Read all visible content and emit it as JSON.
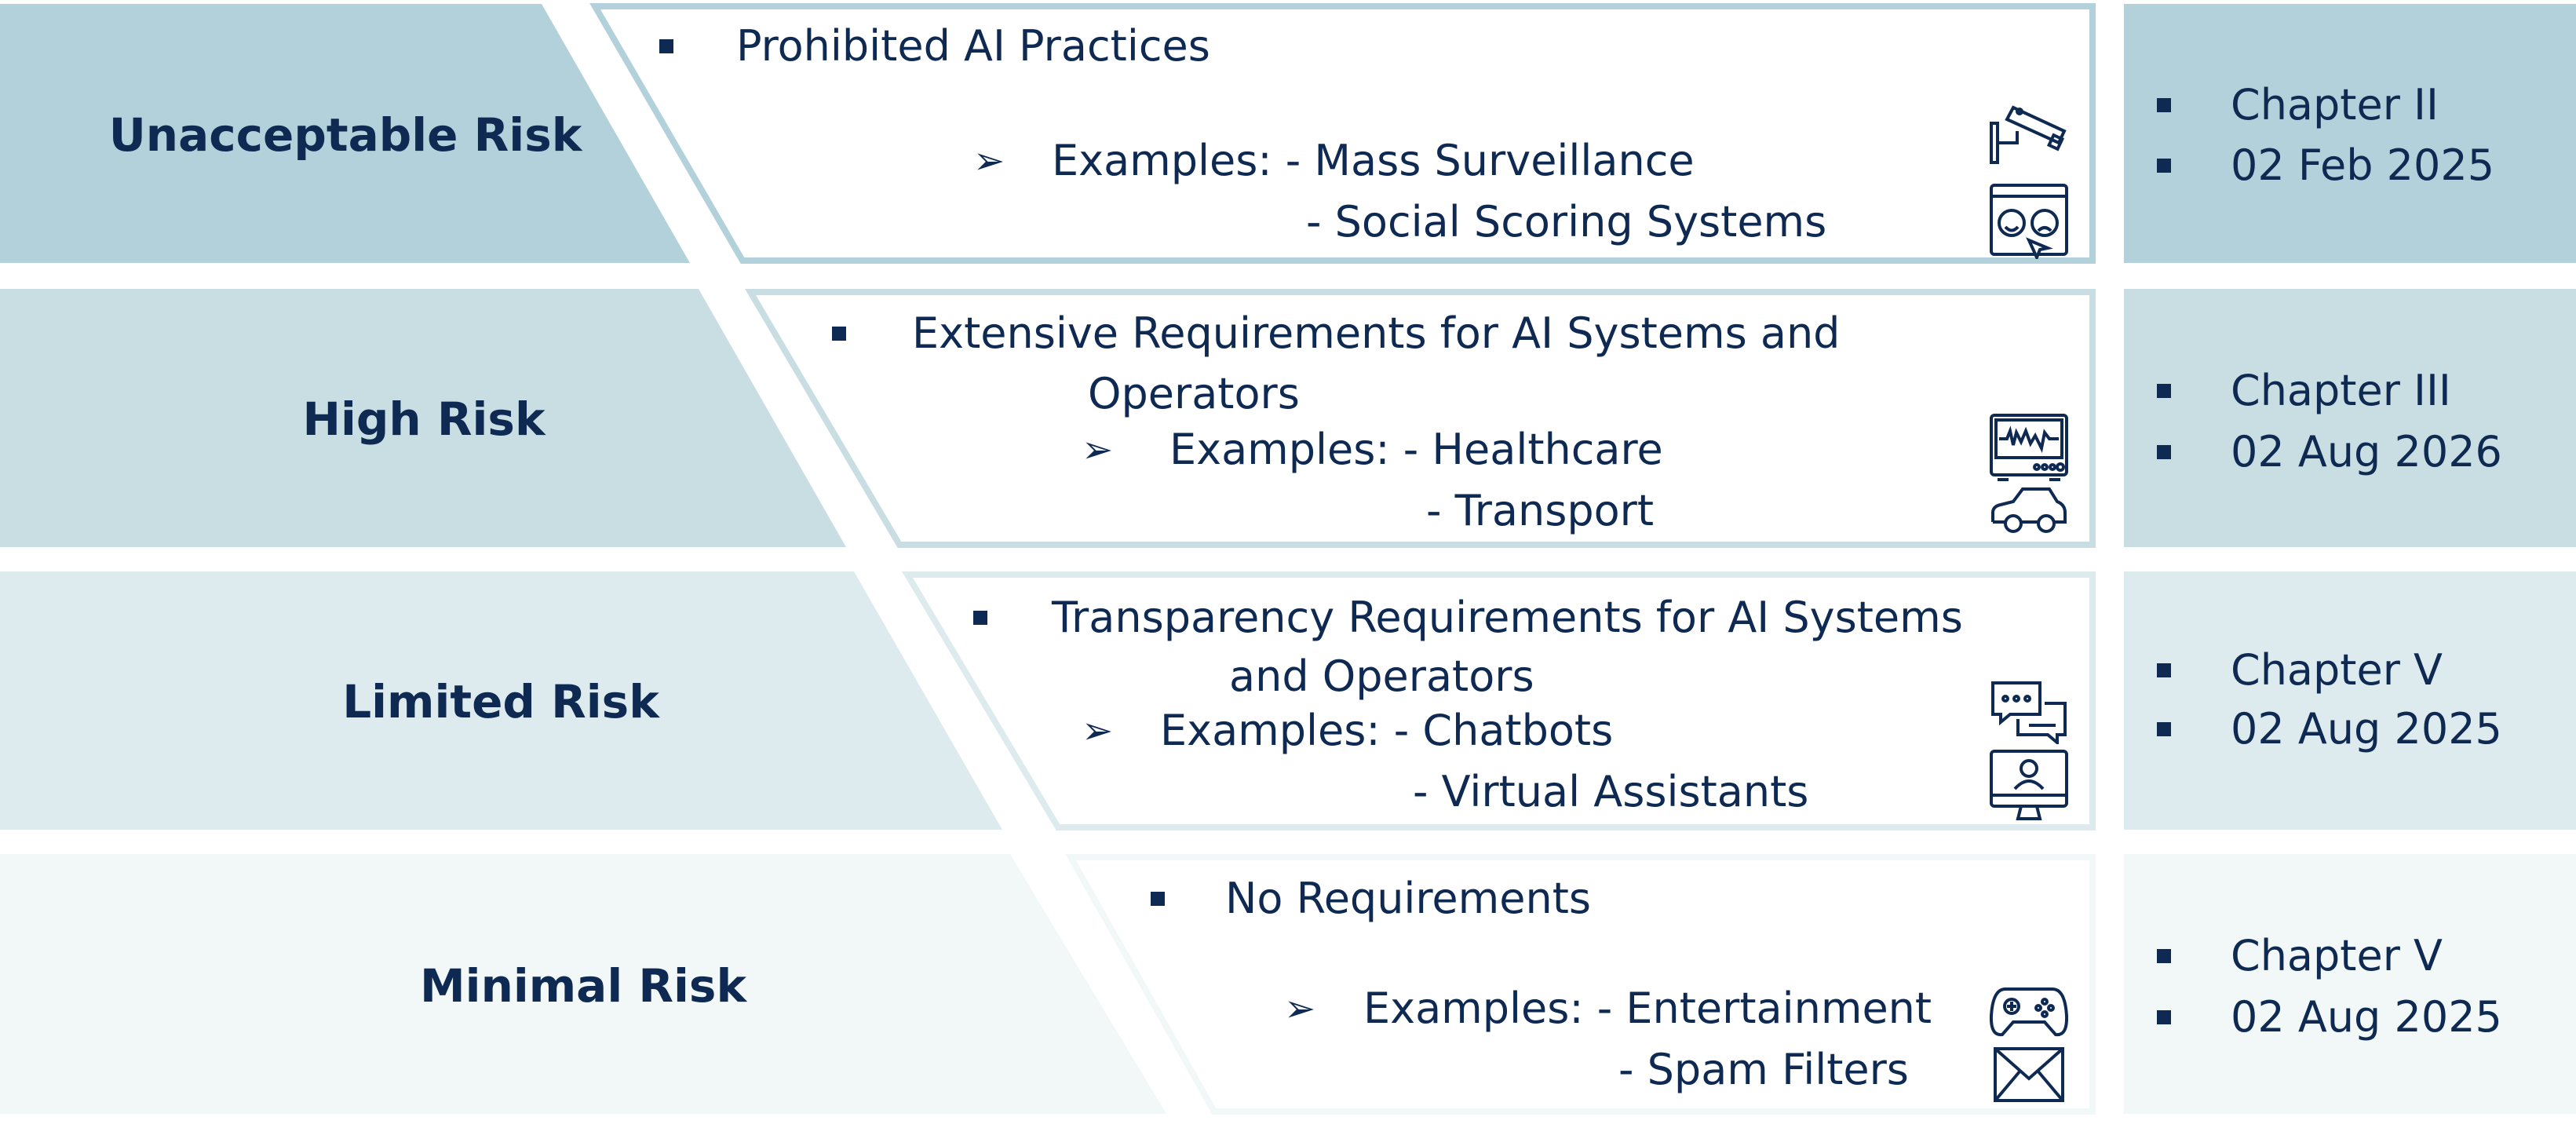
{
  "colors": {
    "row1": "#b3d1da",
    "row2": "#c8dee3",
    "row3": "#deebee",
    "row4": "#f2f7f8",
    "text": "#0f2a52"
  },
  "tiers": [
    {
      "label": "Unacceptable Risk",
      "desc_lines": [
        "Prohibited AI Practices"
      ],
      "examples_prefix": "Examples: - Mass Surveillance",
      "example2": "- Social Scoring Systems",
      "chapter": "Chapter II",
      "date": "02 Feb 2025",
      "icons": [
        "surveillance-camera-icon",
        "social-scoring-icon"
      ]
    },
    {
      "label": "High Risk",
      "desc_lines": [
        "Extensive Requirements for AI Systems and",
        "Operators"
      ],
      "examples_prefix": "Examples: - Healthcare",
      "example2": "- Transport",
      "chapter": "Chapter III",
      "date": "02 Aug 2026",
      "icons": [
        "health-monitor-icon",
        "car-icon"
      ]
    },
    {
      "label": "Limited Risk",
      "desc_lines": [
        "Transparency Requirements for AI Systems",
        "and Operators"
      ],
      "examples_prefix": "Examples: - Chatbots",
      "example2": "- Virtual Assistants",
      "chapter": "Chapter V",
      "date": "02 Aug 2025",
      "icons": [
        "chat-bubbles-icon",
        "virtual-assistant-icon"
      ]
    },
    {
      "label": "Minimal Risk",
      "desc_lines": [
        "No Requirements"
      ],
      "examples_prefix": "Examples: - Entertainment",
      "example2": "- Spam Filters",
      "chapter": "Chapter V",
      "date": "02 Aug 2025",
      "icons": [
        "gamepad-icon",
        "mail-icon"
      ]
    }
  ],
  "arrow_glyph": "➢"
}
